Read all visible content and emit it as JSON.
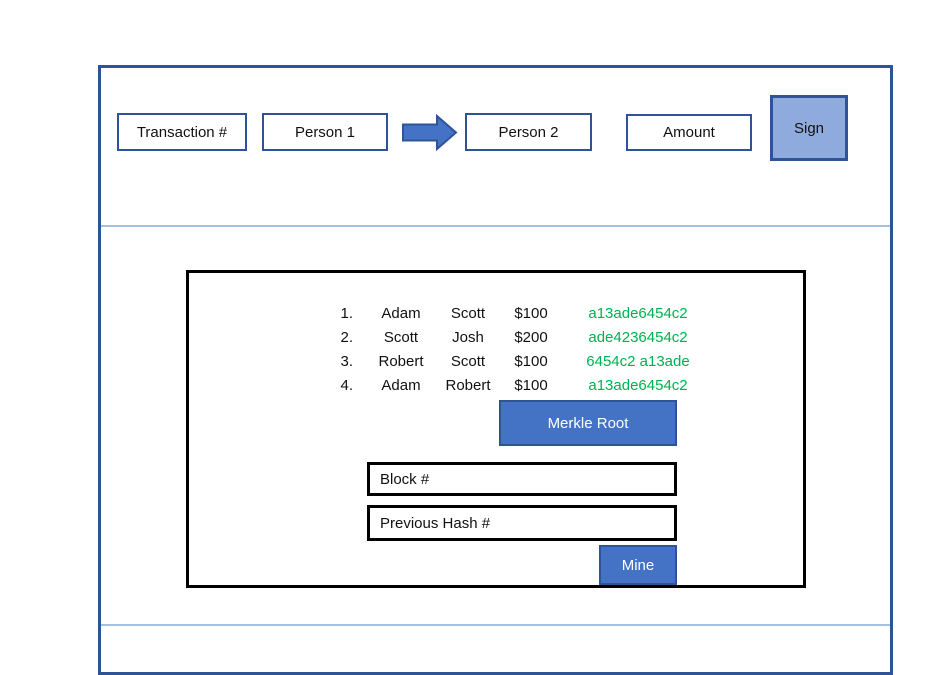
{
  "colors": {
    "accent_blue": "#4472C4",
    "light_blue_fill": "#8FAADC",
    "border_blue": "#2F5496",
    "divider_blue": "#A8C0E4",
    "hash_green": "#00B050"
  },
  "transaction_bar": {
    "transaction_number_label": "Transaction #",
    "person1_label": "Person 1",
    "person2_label": "Person 2",
    "amount_label": "Amount",
    "sign_label": "Sign",
    "arrow_icon": "right-block-arrow"
  },
  "block": {
    "transactions": [
      {
        "num": "1.",
        "from": "Adam",
        "to": "Scott",
        "amount": "$100",
        "hash": "a13ade6454c2"
      },
      {
        "num": "2.",
        "from": "Scott",
        "to": "Josh",
        "amount": "$200",
        "hash": "ade4236454c2"
      },
      {
        "num": "3.",
        "from": "Robert",
        "to": "Scott",
        "amount": "$100",
        "hash": "6454c2 a13ade"
      },
      {
        "num": "4.",
        "from": "Adam",
        "to": "Robert",
        "amount": "$100",
        "hash": "a13ade6454c2"
      }
    ],
    "merkle_root_label": "Merkle Root",
    "block_number_label": "Block #",
    "previous_hash_label": "Previous Hash #",
    "mine_label": "Mine"
  }
}
